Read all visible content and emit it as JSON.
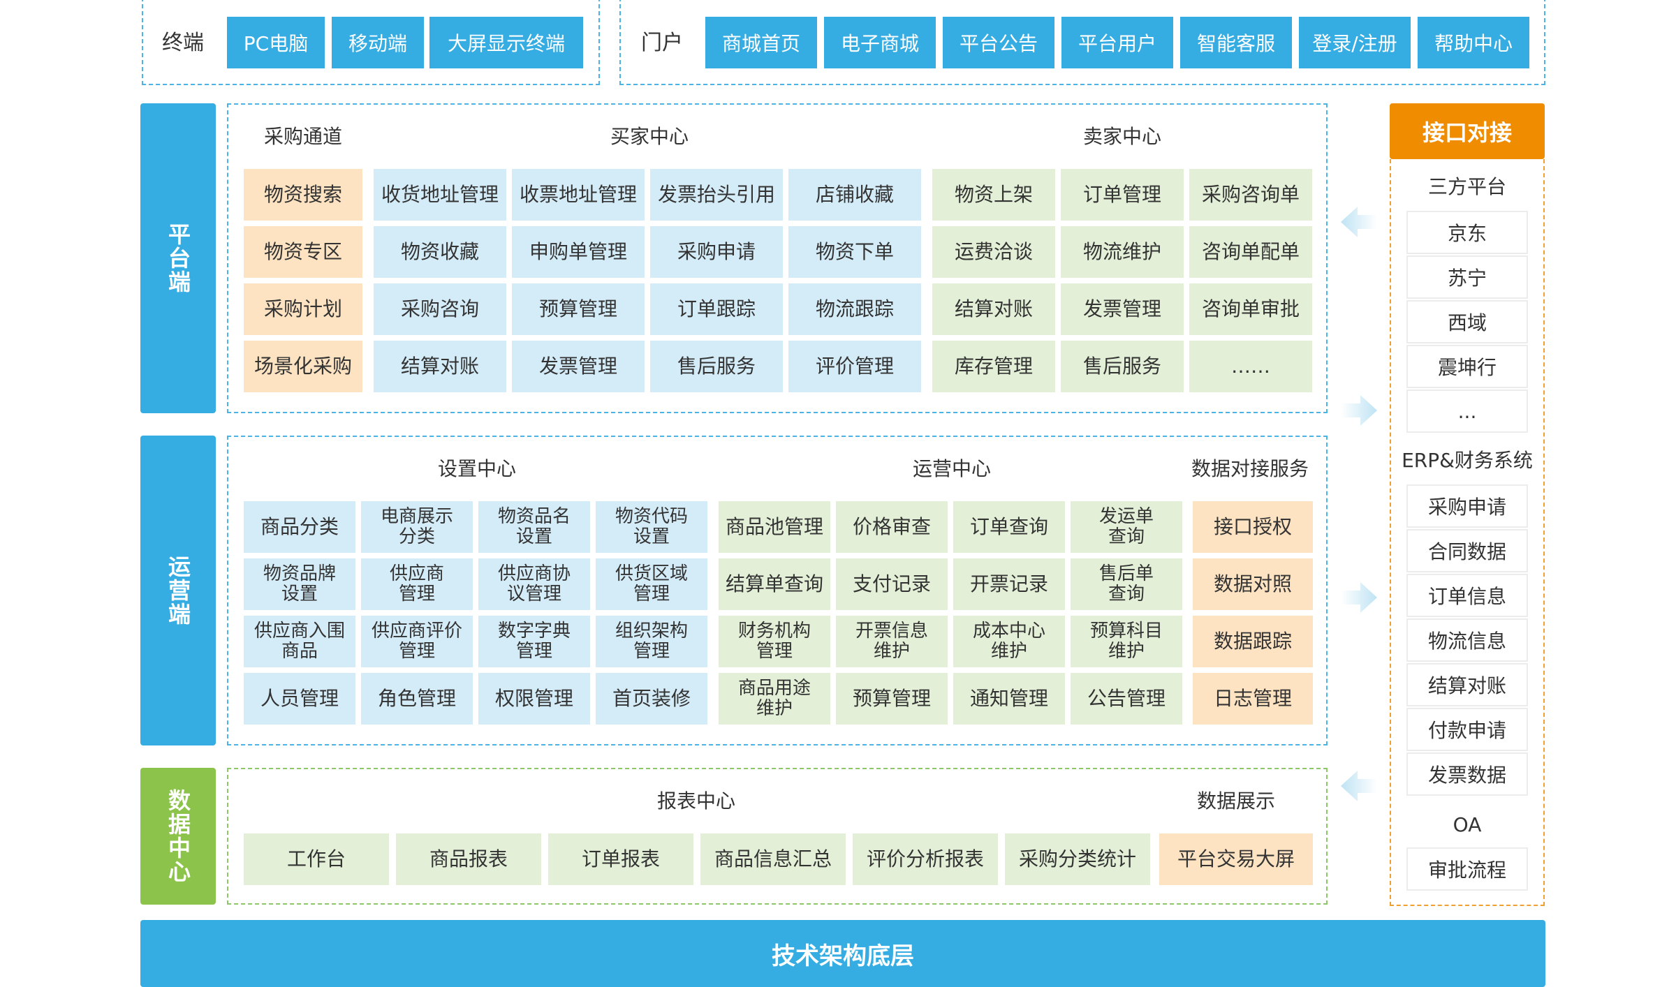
{
  "terminal": {
    "label": "终端",
    "items": [
      "PC电脑",
      "移动端",
      "大屏显示终端"
    ]
  },
  "portal": {
    "label": "门户",
    "items": [
      "商城首页",
      "电子商城",
      "平台公告",
      "平台用户",
      "智能客服",
      "登录/注册",
      "帮助中心"
    ]
  },
  "platform": {
    "label": "平台端",
    "purchase_channel": {
      "title": "采购通道",
      "items": [
        "物资搜索",
        "物资专区",
        "采购计划",
        "场景化采购"
      ]
    },
    "buyer_center": {
      "title": "买家中心",
      "rows": [
        [
          "收货地址管理",
          "收票地址管理",
          "发票抬头引用",
          "店铺收藏"
        ],
        [
          "物资收藏",
          "申购单管理",
          "采购申请",
          "物资下单"
        ],
        [
          "采购咨询",
          "预算管理",
          "订单跟踪",
          "物流跟踪"
        ],
        [
          "结算对账",
          "发票管理",
          "售后服务",
          "评价管理"
        ]
      ]
    },
    "seller_center": {
      "title": "卖家中心",
      "rows": [
        [
          "物资上架",
          "订单管理",
          "采购咨询单"
        ],
        [
          "运费洽谈",
          "物流维护",
          "咨询单配单"
        ],
        [
          "结算对账",
          "发票管理",
          "咨询单审批"
        ],
        [
          "库存管理",
          "售后服务",
          "……"
        ]
      ]
    }
  },
  "operation": {
    "label": "运营端",
    "settings_center": {
      "title": "设置中心",
      "rows": [
        [
          "商品分类",
          "电商展示\n分类",
          "物资品名\n设置",
          "物资代码\n设置"
        ],
        [
          "物资品牌\n设置",
          "供应商\n管理",
          "供应商协\n议管理",
          "供货区域\n管理"
        ],
        [
          "供应商入围\n商品",
          "供应商评价\n管理",
          "数字字典\n管理",
          "组织架构\n管理"
        ],
        [
          "人员管理",
          "角色管理",
          "权限管理",
          "首页装修"
        ]
      ]
    },
    "ops_center": {
      "title": "运营中心",
      "rows": [
        [
          "商品池管理",
          "价格审查",
          "订单查询",
          "发运单\n查询"
        ],
        [
          "结算单查询",
          "支付记录",
          "开票记录",
          "售后单\n查询"
        ],
        [
          "财务机构\n管理",
          "开票信息\n维护",
          "成本中心\n维护",
          "预算科目\n维护"
        ],
        [
          "商品用途\n维护",
          "预算管理",
          "通知管理",
          "公告管理"
        ]
      ]
    },
    "data_service": {
      "title": "数据对接服务",
      "items": [
        "接口授权",
        "数据对照",
        "数据跟踪",
        "日志管理"
      ]
    }
  },
  "data_center": {
    "label": "数据中心",
    "report_center": {
      "title": "报表中心",
      "items": [
        "工作台",
        "商品报表",
        "订单报表",
        "商品信息汇总",
        "评价分析报表",
        "采购分类统计"
      ]
    },
    "data_display": {
      "title": "数据展示",
      "items": [
        "平台交易大屏"
      ]
    }
  },
  "interface": {
    "title": "接口对接",
    "third_party": {
      "title": "三方平台",
      "items": [
        "京东",
        "苏宁",
        "西域",
        "震坤行",
        "..."
      ]
    },
    "erp": {
      "title": "ERP&财务系统",
      "items": [
        "采购申请",
        "合同数据",
        "订单信息",
        "物流信息",
        "结算对账",
        "付款申请",
        "发票数据"
      ]
    },
    "oa": {
      "title": "OA",
      "items": [
        "审批流程"
      ]
    }
  },
  "bottom": {
    "label": "技术架构底层"
  },
  "colors": {
    "blue": "#35ade2",
    "green": "#8cc34a",
    "orange": "#f08c00",
    "light_orange": "#fde3c2",
    "light_blue": "#d4ecf8",
    "light_green": "#e3f0d7"
  }
}
